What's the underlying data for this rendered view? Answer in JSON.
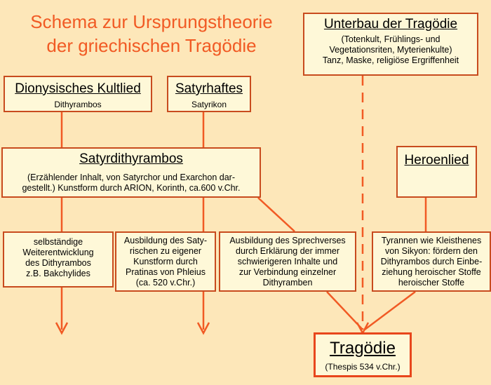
{
  "title": {
    "line1": "Schema zur Ursprungstheorie",
    "line2": "der griechischen Tragödie"
  },
  "boxes": {
    "unterbau": {
      "heading": "Unterbau der Tragödie",
      "lines": [
        "(Totenkult, Frühlings- und",
        "Vegetationsriten, Myterienkulte)",
        "Tanz, Maske, religiöse Ergriffenheit"
      ]
    },
    "dionysisch": {
      "heading": "Dionysisches Kultlied",
      "sub": "Dithyrambos"
    },
    "satyrhaft": {
      "heading": "Satyrhaftes",
      "sub": "Satyrikon"
    },
    "satyrdith": {
      "heading": "Satyrdithyrambos",
      "lines": [
        "(Erzählender Inhalt, von Satyrchor und Exarchon dar-",
        "gestellt.) Kunstform durch ARION, Korinth, ca.600 v.Chr."
      ]
    },
    "heroenlied": {
      "heading": "Heroenlied"
    },
    "selbst": {
      "lines": [
        "selbständige",
        "Weiterentwicklung",
        "des Dithyrambos",
        "z.B. Bakchylides"
      ]
    },
    "ausbildung_saty": {
      "lines": [
        "Ausbildung des Saty-",
        "rischen zu eigener",
        "Kunstform durch",
        "Pratinas von Phleius",
        "(ca. 520 v.Chr.)"
      ]
    },
    "sprechvers": {
      "lines": [
        "Ausbildung des Sprechverses",
        "durch Erklärung der immer",
        "schwierigeren Inhalte und",
        "zur Verbindung einzelner",
        "Dithyramben"
      ]
    },
    "tyrannen": {
      "lines": [
        "Tyrannen wie Kleisthenes",
        "von Sikyon: fördern den",
        "Dithyrambos durch Einbe-",
        "ziehung heroischer Stoffe",
        "heroischer Stoffe"
      ]
    },
    "tragoedie": {
      "heading": "Tragödie",
      "sub": "(Thespis 534 v.Chr.)"
    }
  },
  "colors": {
    "background": "#fde7b9",
    "box_fill": "#fef8d8",
    "line": "#f15a24",
    "title": "#f15a24"
  }
}
